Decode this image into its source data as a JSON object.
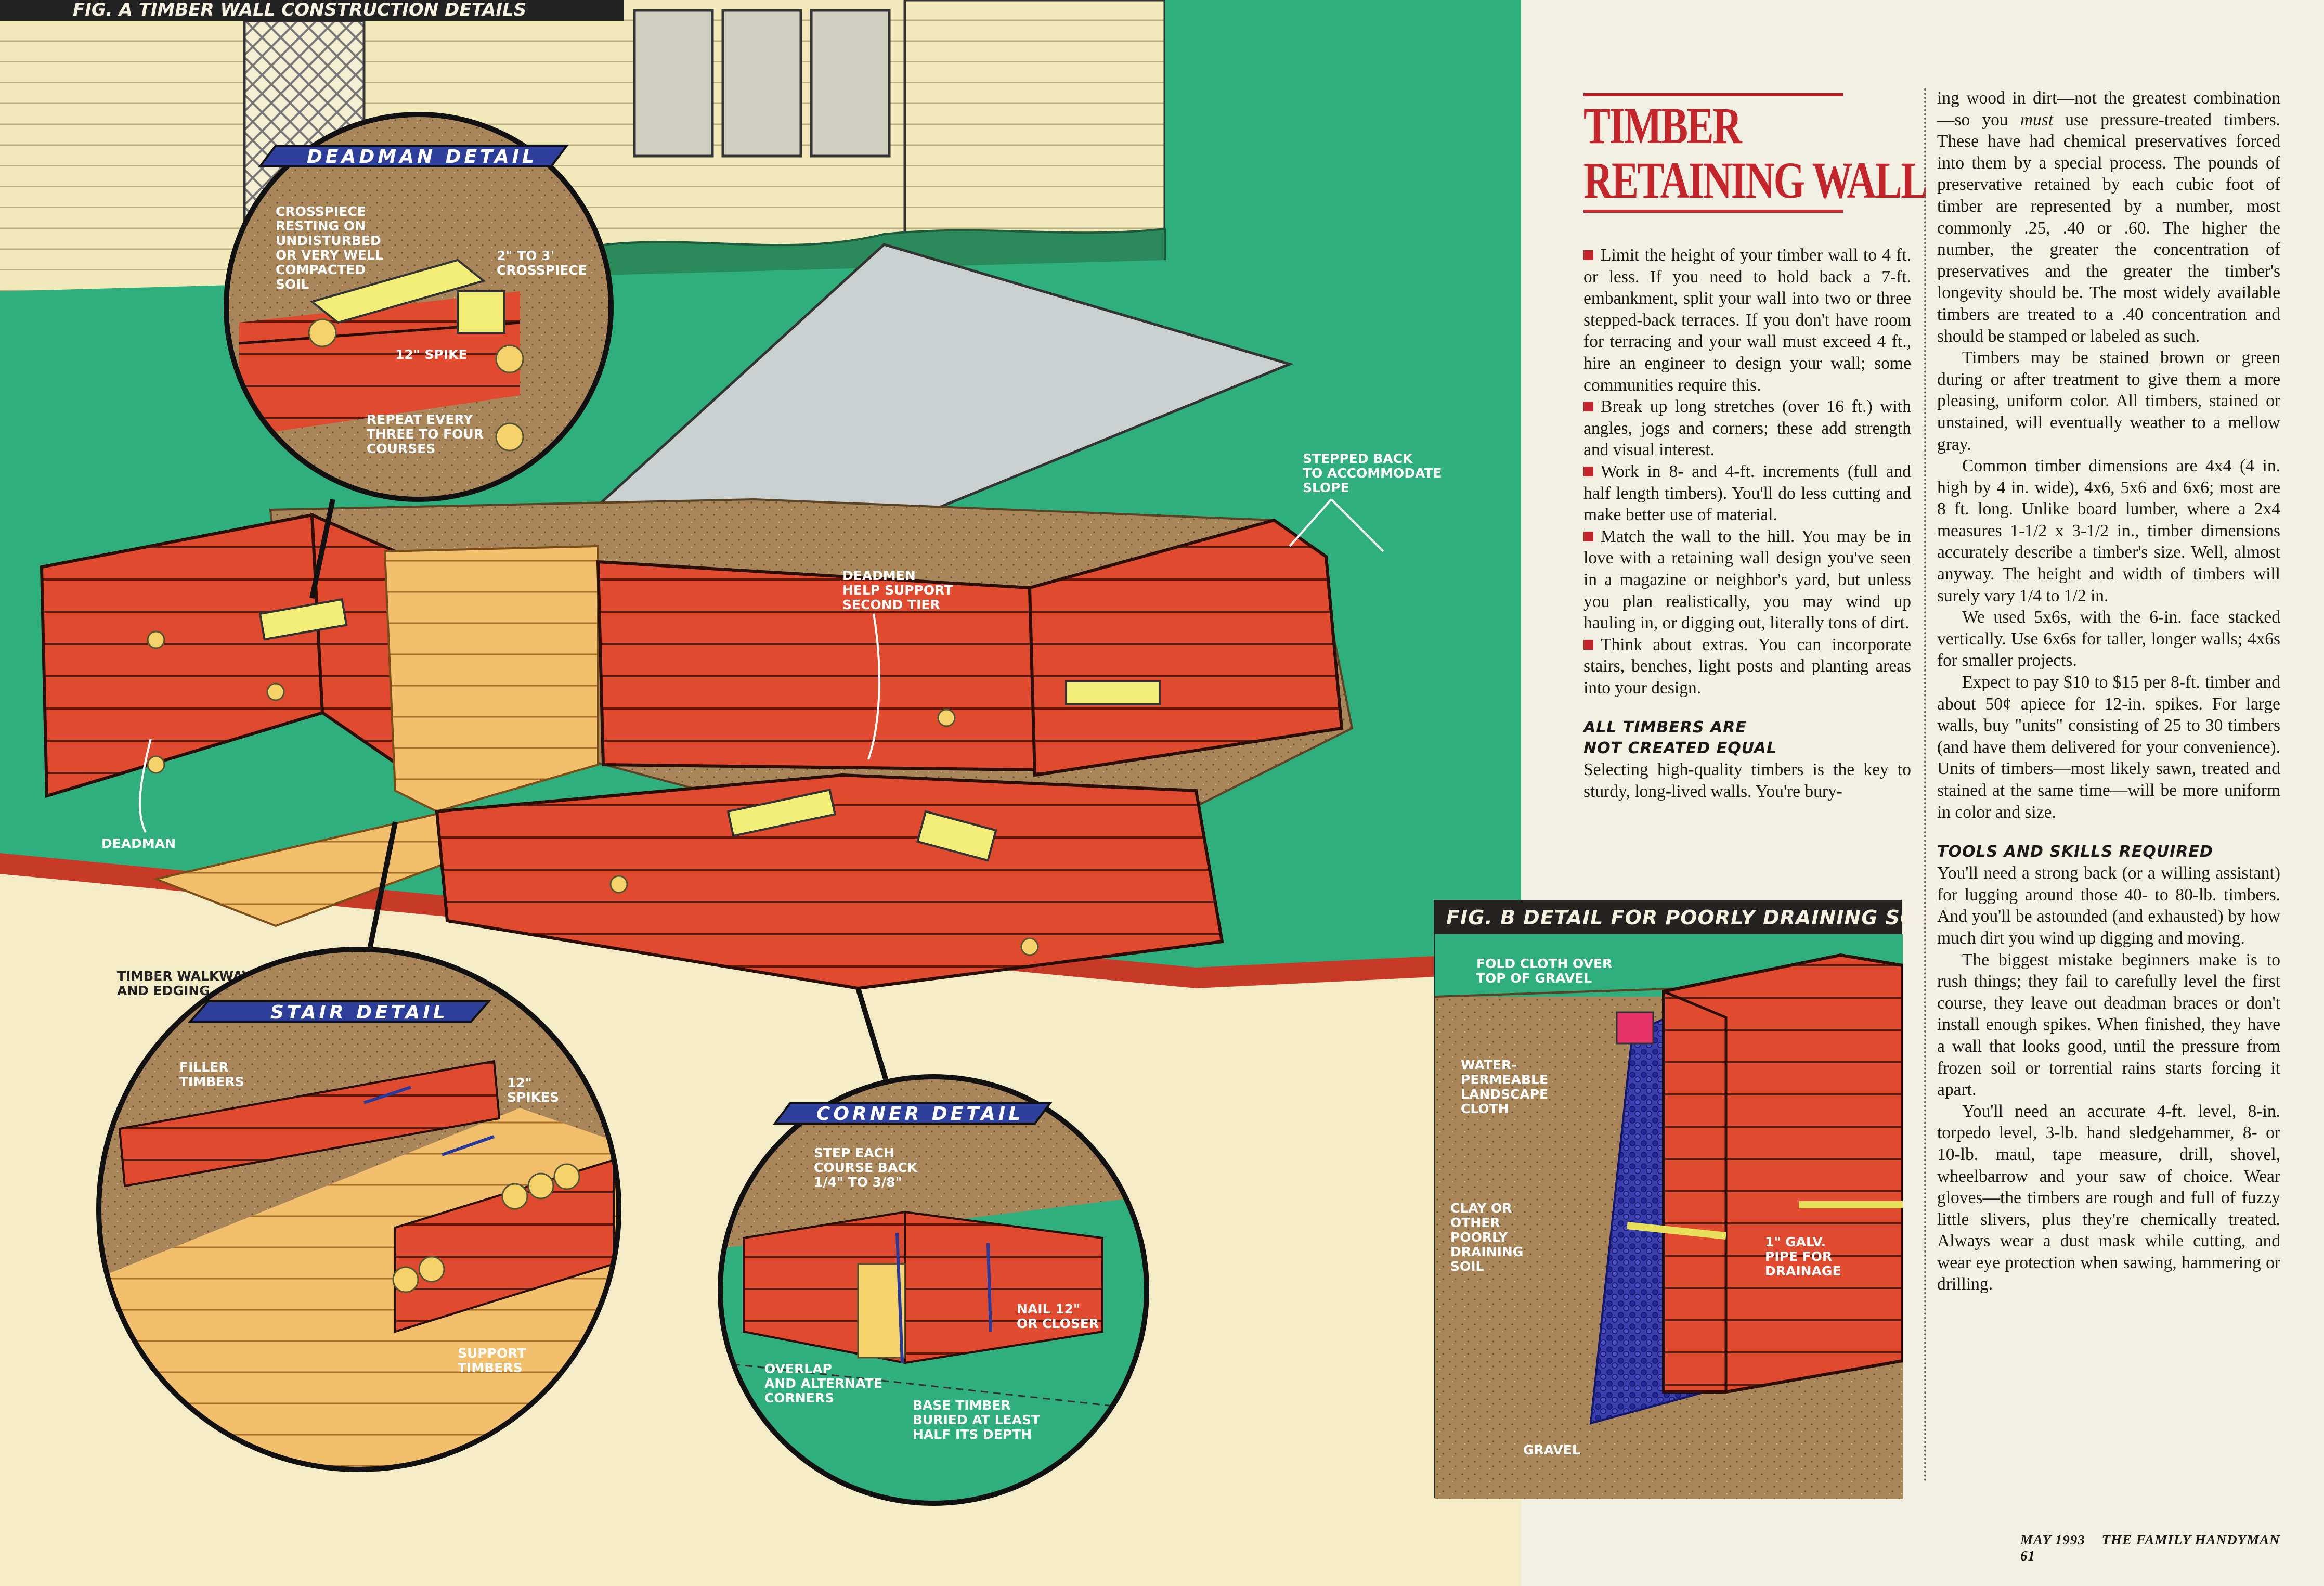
{
  "figure_a": {
    "header": "FIG. A    TIMBER WALL CONSTRUCTION DETAILS",
    "callouts": {
      "deadman": "DEADMAN",
      "timber_walkway_1": "TIMBER WALKWAY",
      "timber_walkway_2": "AND EDGING",
      "deadmen_1": "DEADMEN",
      "deadmen_2": "HELP SUPPORT",
      "deadmen_3": "SECOND TIER",
      "stepped_1": "STEPPED BACK",
      "stepped_2": "TO ACCOMMODATE",
      "stepped_3": "SLOPE"
    },
    "deadman_detail": {
      "title": "DEADMAN DETAIL",
      "crosspiece_1": "CROSSPIECE",
      "crosspiece_2": "RESTING ON",
      "crosspiece_3": "UNDISTURBED",
      "crosspiece_4": "OR VERY WELL",
      "crosspiece_5": "COMPACTED",
      "crosspiece_6": "SOIL",
      "size_1": "2\" TO 3'",
      "size_2": "CROSSPIECE",
      "spike": "12\" SPIKE",
      "repeat_1": "REPEAT EVERY",
      "repeat_2": "THREE TO FOUR",
      "repeat_3": "COURSES"
    },
    "stair_detail": {
      "title": "STAIR DETAIL",
      "filler_1": "FILLER",
      "filler_2": "TIMBERS",
      "spikes_1": "12\"",
      "spikes_2": "SPIKES",
      "support_1": "SUPPORT",
      "support_2": "TIMBERS"
    },
    "corner_detail": {
      "title": "CORNER DETAIL",
      "step_1": "STEP EACH",
      "step_2": "COURSE BACK",
      "step_3": "1/4\" TO 3/8\"",
      "nail_1": "NAIL 12\"",
      "nail_2": "OR CLOSER",
      "overlap_1": "OVERLAP",
      "overlap_2": "AND ALTERNATE",
      "overlap_3": "CORNERS",
      "base_1": "BASE TIMBER",
      "base_2": "BURIED AT LEAST",
      "base_3": "HALF ITS DEPTH"
    }
  },
  "figure_b": {
    "header": "FIG. B   DETAIL FOR POORLY DRAINING SOIL",
    "fold_1": "FOLD CLOTH OVER",
    "fold_2": "TOP OF GRAVEL",
    "water_1": "WATER-",
    "water_2": "PERMEABLE",
    "water_3": "LANDSCAPE",
    "water_4": "CLOTH",
    "clay_1": "CLAY OR",
    "clay_2": "OTHER",
    "clay_3": "POORLY",
    "clay_4": "DRAINING",
    "clay_5": "SOIL",
    "pipe_1": "1\" GALV.",
    "pipe_2": "PIPE FOR",
    "pipe_3": "DRAINAGE",
    "gravel": "GRAVEL"
  },
  "article": {
    "title_line1": "TIMBER",
    "title_line2": "RETAINING WALL",
    "bullets": [
      "Limit the height of your timber wall to 4 ft. or less. If you need to hold back a 7-ft. embankment, split your wall into two or three stepped-back terraces. If you don't have room for terracing and your wall must exceed 4 ft., hire an engineer to design your wall; some communities require this.",
      "Break up long stretches (over 16 ft.) with angles, jogs and corners; these add strength and visual interest.",
      "Work in 8- and 4-ft. increments (full and half length timbers). You'll do less cutting and make better use of material.",
      "Match the wall to the hill. You may be in love with a retaining wall design you've seen in a magazine or neighbor's yard, but unless you plan realistically, you may wind up hauling in, or digging out, literally tons of dirt.",
      "Think about extras. You can incorporate stairs, benches, light posts and planting areas into your design."
    ],
    "subhead1_line1": "ALL TIMBERS ARE",
    "subhead1_line2": "NOT CREATED EQUAL",
    "col1_para": "Selecting high-quality timbers is the key to sturdy, long-lived walls. You're bury-",
    "col2_p1_a": "ing wood in dirt—not the greatest combination—so you ",
    "col2_p1_em": "must",
    "col2_p1_b": " use pressure-treated timbers. These have had chemical preservatives forced into them by a special process. The pounds of preservative retained by each cubic foot of timber are represented by a number, most commonly .25, .40 or .60. The higher the number, the greater the concentration of preservatives and the greater the timber's longevity should be. The most widely available timbers are treated to a .40 concentration and should be stamped or labeled as such.",
    "col2_p2": "Timbers may be stained brown or green during or after treatment to give them a more pleasing, uniform color. All timbers, stained or unstained, will eventually weather to a mellow gray.",
    "col2_p3": "Common timber dimensions are 4x4 (4 in. high by 4 in. wide), 4x6, 5x6 and 6x6; most are 8 ft. long. Unlike board lumber, where a 2x4 measures 1-1/2 x 3-1/2 in., timber dimensions accurately describe a timber's size. Well, almost anyway. The height and width of timbers will surely vary 1/4 to 1/2 in.",
    "col2_p4": "We used 5x6s, with the 6-in. face stacked vertically. Use 6x6s for taller, longer walls; 4x6s for smaller projects.",
    "col2_p5": "Expect to pay $10 to $15 per 8-ft. timber and about 50¢ apiece for 12-in. spikes. For large walls, buy \"units\" consisting of 25 to 30 timbers (and have them delivered for your convenience). Units of timbers—most likely sawn, treated and stained at the same time—will be more uniform in color and size.",
    "subhead2": "TOOLS AND SKILLS REQUIRED",
    "col2_p6": "You'll need a strong back (or a willing assistant) for lugging around those 40- to 80-lb. timbers. And you'll be astounded (and exhausted) by how much dirt you wind up digging and moving.",
    "col2_p7": "The biggest mistake beginners make is to rush things; they fail to carefully level the first course, they leave out deadman braces or don't install enough spikes. When finished, they have a wall that looks good, until the pressure from frozen soil or torrential rains starts forcing it apart.",
    "col2_p8": "You'll need an accurate 4-ft. level, 8-in. torpedo level, 3-lb. hand sledgehammer, 8- or 10-lb. maul, tape measure, drill, shovel, wheelbarrow and your saw of choice. Wear gloves—the timbers are rough and full of fuzzy little slivers, plus they're chemically treated. Always wear a dust mask while cutting, and wear eye protection when sawing, hammering or drilling."
  },
  "folio": {
    "date": "MAY 1993",
    "magazine": "THE FAMILY HANDYMAN",
    "page": "61"
  },
  "colors": {
    "timber": "#e04a2e",
    "lawn": "#2fae7e",
    "soil": "#a9865a",
    "house": "#f0e8b8",
    "banner": "#2d3f9a",
    "title_red": "#c4252b",
    "gravel": "#3b3fae"
  }
}
